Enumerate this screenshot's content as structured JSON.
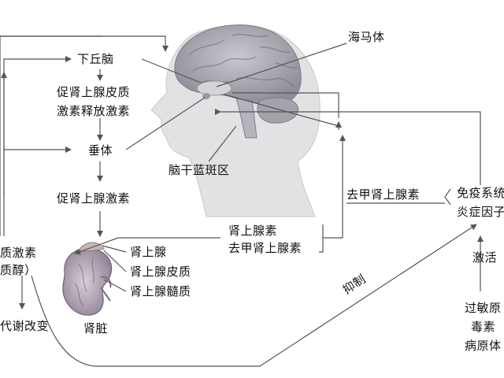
{
  "labels": {
    "hippocampus": "海马体",
    "hypothalamus": "下丘脑",
    "crh_line1": "促肾上腺皮质",
    "crh_line2": "激素释放激素",
    "pituitary": "垂体",
    "brainstem_locus": "脑干蓝斑区",
    "acth": "促肾上腺激素",
    "norepinephrine_top": "去甲肾上腺素",
    "immune_line1": "免疫系统",
    "immune_line2": "炎症因子",
    "adrenaline": "肾上腺素",
    "noradrenaline": "去甲肾上腺素",
    "adrenal": "肾上腺",
    "adrenal_cortex": "肾上腺皮质",
    "adrenal_medulla": "肾上腺髓质",
    "cortisol_line1": "质激素",
    "cortisol_line2": "质醇）",
    "metabolic": "代谢改变",
    "inhibit": "抑制",
    "kidney": "肾脏",
    "stimulate": "激活",
    "allergen": "过敏原",
    "toxin": "毒素",
    "pathogen": "病原体"
  },
  "colors": {
    "arrow": "#555555",
    "brain": "#a8a8b0",
    "brain_dark": "#7d7d86",
    "face": "#d9d9dc",
    "kidney": "#9b8fa0"
  }
}
